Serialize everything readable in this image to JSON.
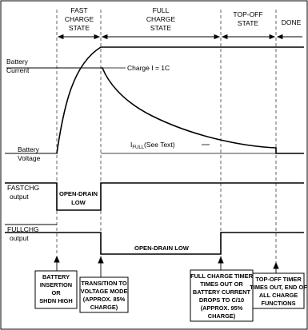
{
  "phases": {
    "fast": [
      "FAST",
      "CHARGE",
      "STATE"
    ],
    "full": [
      "FULL",
      "CHARGE",
      "STATE"
    ],
    "topoff": [
      "TOP-OFF",
      "STATE"
    ],
    "done": "DONE"
  },
  "signals": {
    "battery_current": [
      "Battery",
      "Current"
    ],
    "battery_voltage": [
      "Battery",
      "Voltage"
    ],
    "fastchg": [
      "FASTCHG",
      "output"
    ],
    "fullchg": [
      "FULLCHG",
      "output"
    ]
  },
  "annotations": {
    "charge_label": "Charge I = 1C",
    "ifull_main": "I",
    "ifull_sub": "FULL",
    "ifull_rest": "(See Text)",
    "fastchg_low": [
      "OPEN-DRAIN",
      "LOW"
    ],
    "fullchg_low": "OPEN-DRAIN LOW"
  },
  "events": {
    "insertion": [
      "BATTERY",
      "INSERTION",
      "OR",
      "SHDN HIGH"
    ],
    "transition": [
      "TRANSITION TO",
      "VOLTAGE MODE",
      "(APPROX. 85%",
      "CHARGE)"
    ],
    "full_timer": [
      "FULL CHARGE TIMER",
      "TIMES OUT OR",
      "BATTERY CURRENT",
      "DROPS TO C/10",
      "(APPROX. 95%",
      "CHARGE)"
    ],
    "topoff_timer": [
      "TOP-OFF TIMER",
      "TIMES OUT, END OF",
      "ALL CHARGE",
      "FUNCTIONS"
    ]
  },
  "colors": {
    "line": "#000000",
    "grid": "#999999",
    "background": "#ffffff"
  }
}
